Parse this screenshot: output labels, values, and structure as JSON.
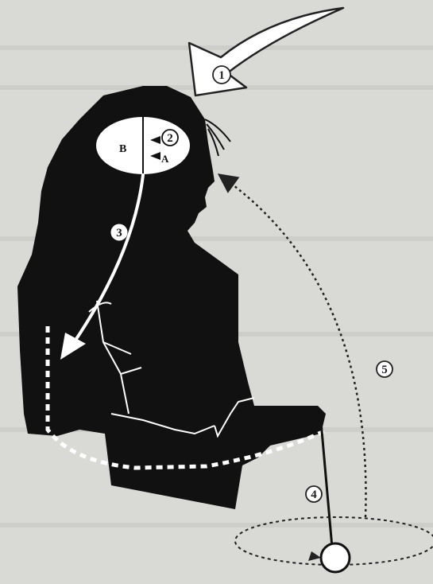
{
  "diagram": {
    "markers": {
      "step1": "1",
      "step2": "2",
      "step3": "3",
      "step4": "4",
      "step5": "5"
    },
    "hemisphere_labels": {
      "left": "B",
      "right": "A"
    }
  },
  "colors": {
    "background": "#d9d9d6",
    "silhouette": "#111111",
    "outline": "#222222",
    "light": "#ffffff"
  }
}
